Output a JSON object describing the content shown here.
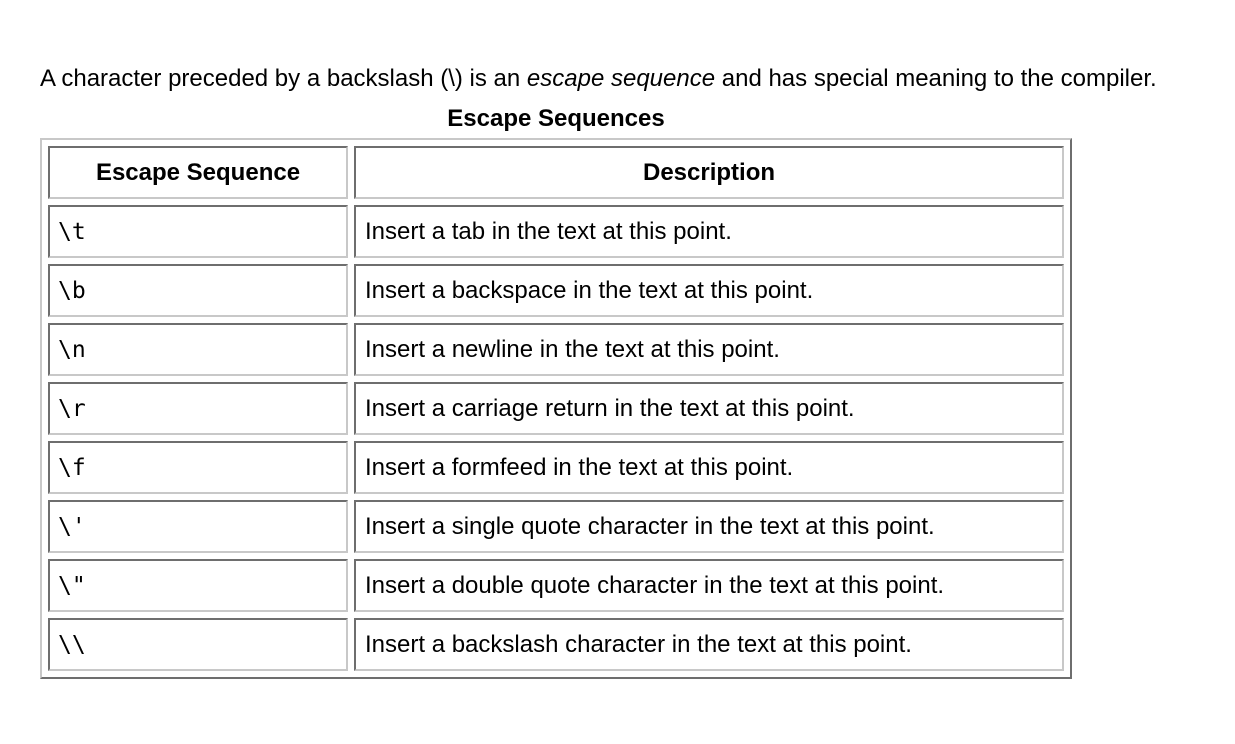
{
  "intro": {
    "before": "A character preceded by a backslash (\\) is an ",
    "emphasis": "escape sequence",
    "after": " and has special meaning to the compiler."
  },
  "table": {
    "caption": "Escape Sequences",
    "headers": {
      "sequence": "Escape Sequence",
      "description": "Description"
    },
    "rows": [
      {
        "seq": "\\t",
        "desc": "Insert a tab in the text at this point."
      },
      {
        "seq": "\\b",
        "desc": "Insert a backspace in the text at this point."
      },
      {
        "seq": "\\n",
        "desc": "Insert a newline in the text at this point."
      },
      {
        "seq": "\\r",
        "desc": "Insert a carriage return in the text at this point."
      },
      {
        "seq": "\\f",
        "desc": "Insert a formfeed in the text at this point."
      },
      {
        "seq": "\\'",
        "desc": "Insert a single quote character in the text at this point."
      },
      {
        "seq": "\\\"",
        "desc": "Insert a double quote character in the text at this point."
      },
      {
        "seq": "\\\\",
        "desc": "Insert a backslash character in the text at this point."
      }
    ]
  }
}
